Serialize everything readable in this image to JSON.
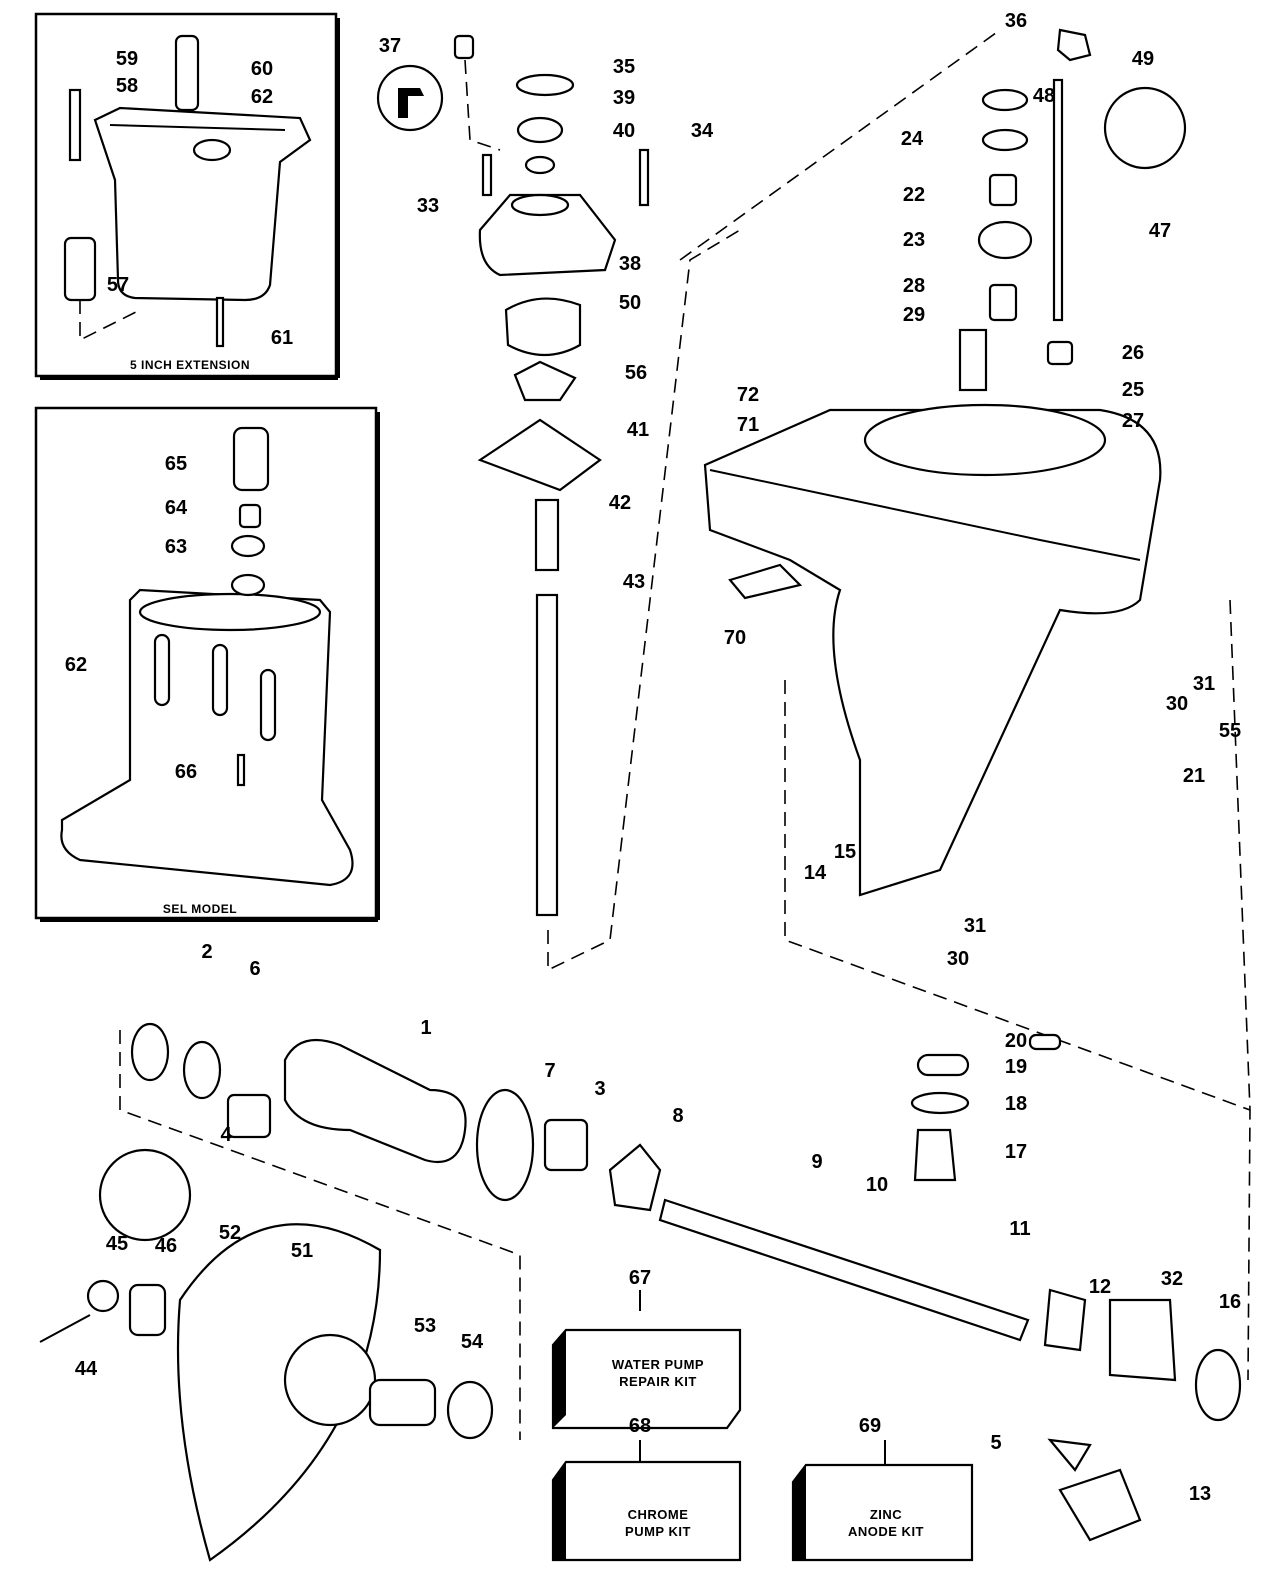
{
  "insets": {
    "extension_caption": "5 INCH EXTENSION",
    "sel_caption": "SEL MODEL"
  },
  "kits": [
    {
      "number": "67",
      "line1": "WATER PUMP",
      "line2": "REPAIR KIT"
    },
    {
      "number": "68",
      "line1": "CHROME",
      "line2": "PUMP KIT"
    },
    {
      "number": "69",
      "line1": "ZINC",
      "line2": "ANODE KIT"
    }
  ],
  "callouts": [
    {
      "number": "59"
    },
    {
      "number": "58"
    },
    {
      "number": "60"
    },
    {
      "number": "62"
    },
    {
      "number": "57"
    },
    {
      "number": "61"
    },
    {
      "number": "65"
    },
    {
      "number": "64"
    },
    {
      "number": "63"
    },
    {
      "number": "62"
    },
    {
      "number": "66"
    },
    {
      "number": "37"
    },
    {
      "number": "35"
    },
    {
      "number": "39"
    },
    {
      "number": "40"
    },
    {
      "number": "34"
    },
    {
      "number": "33"
    },
    {
      "number": "38"
    },
    {
      "number": "50"
    },
    {
      "number": "56"
    },
    {
      "number": "41"
    },
    {
      "number": "42"
    },
    {
      "number": "43"
    },
    {
      "number": "36"
    },
    {
      "number": "49"
    },
    {
      "number": "48"
    },
    {
      "number": "24"
    },
    {
      "number": "22"
    },
    {
      "number": "23"
    },
    {
      "number": "47"
    },
    {
      "number": "28"
    },
    {
      "number": "29"
    },
    {
      "number": "26"
    },
    {
      "number": "25"
    },
    {
      "number": "27"
    },
    {
      "number": "72"
    },
    {
      "number": "71"
    },
    {
      "number": "70"
    },
    {
      "number": "31"
    },
    {
      "number": "30"
    },
    {
      "number": "55"
    },
    {
      "number": "21"
    },
    {
      "number": "15"
    },
    {
      "number": "14"
    },
    {
      "number": "31"
    },
    {
      "number": "30"
    },
    {
      "number": "2"
    },
    {
      "number": "6"
    },
    {
      "number": "1"
    },
    {
      "number": "7"
    },
    {
      "number": "3"
    },
    {
      "number": "4"
    },
    {
      "number": "8"
    },
    {
      "number": "9"
    },
    {
      "number": "20"
    },
    {
      "number": "19"
    },
    {
      "number": "18"
    },
    {
      "number": "17"
    },
    {
      "number": "10"
    },
    {
      "number": "11"
    },
    {
      "number": "12"
    },
    {
      "number": "32"
    },
    {
      "number": "16"
    },
    {
      "number": "45"
    },
    {
      "number": "46"
    },
    {
      "number": "52"
    },
    {
      "number": "51"
    },
    {
      "number": "44"
    },
    {
      "number": "53"
    },
    {
      "number": "54"
    },
    {
      "number": "5"
    },
    {
      "number": "13"
    }
  ]
}
